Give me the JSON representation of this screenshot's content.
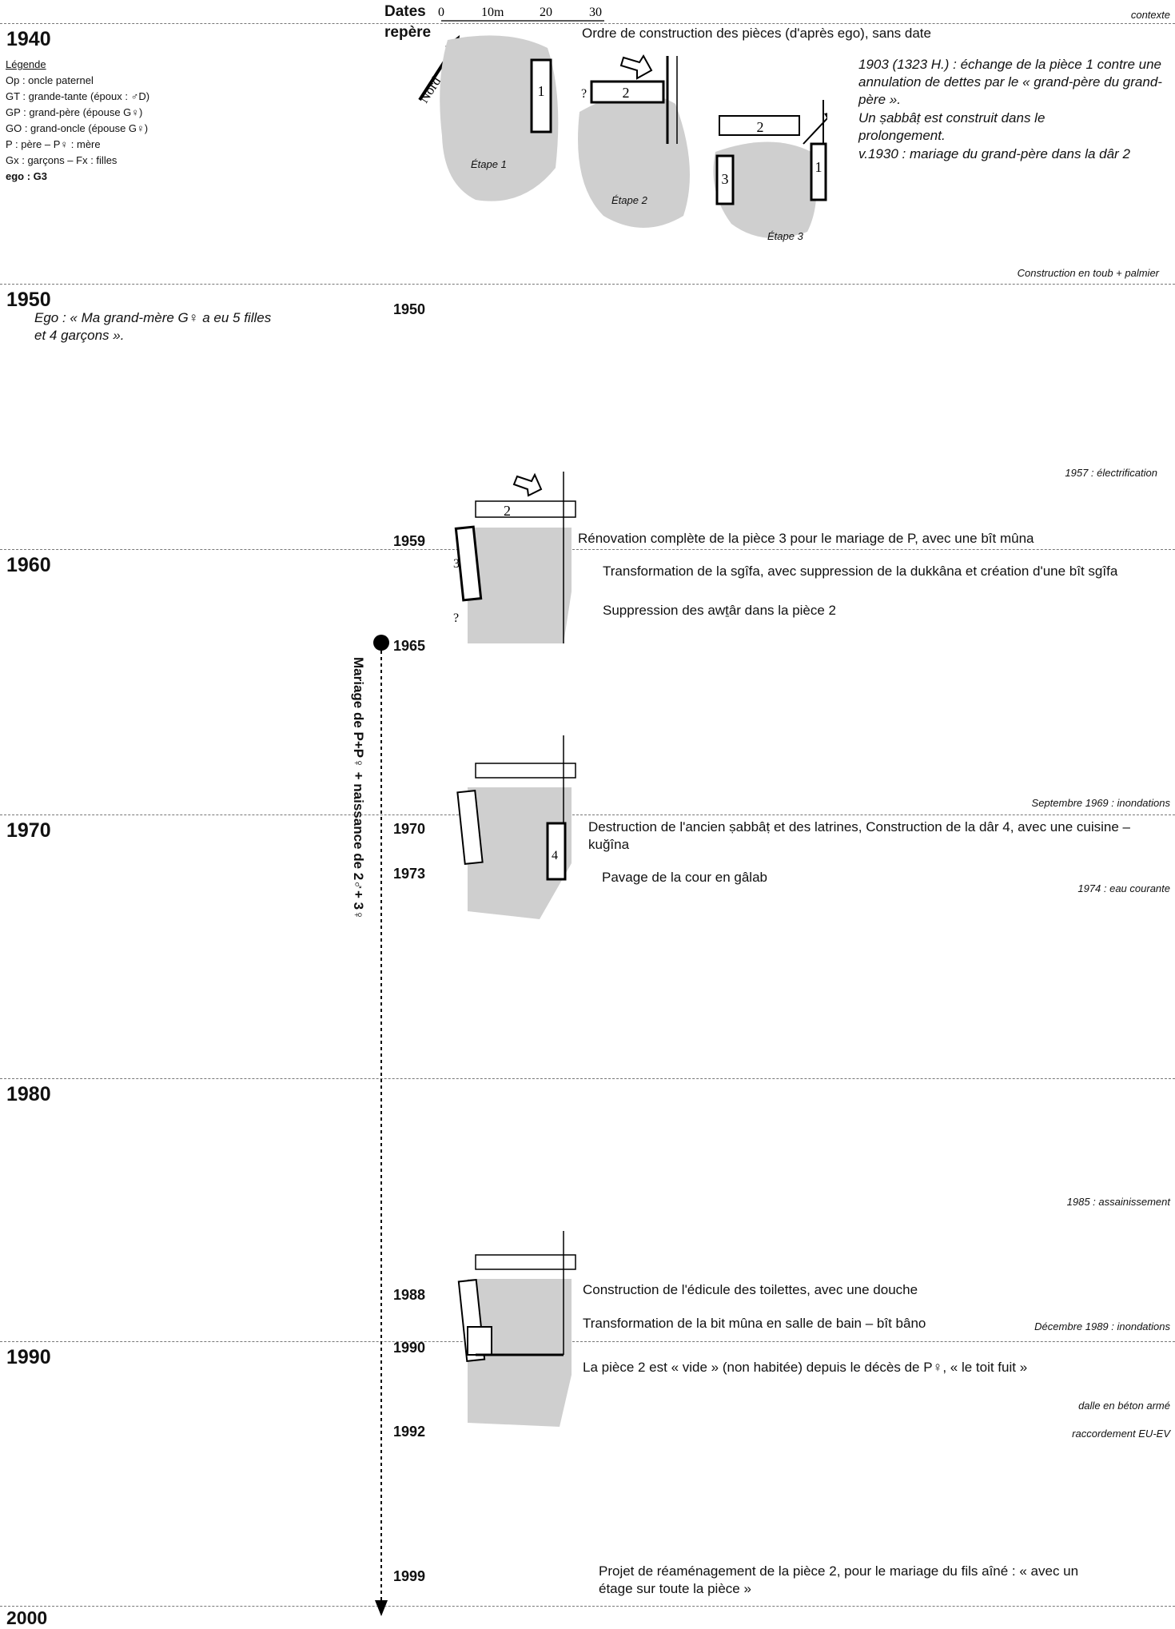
{
  "header": {
    "dates_label": "Dates",
    "repere_label": "repère",
    "scale": [
      "0",
      "10m",
      "20",
      "30"
    ],
    "context_label": "contexte",
    "north_label": "Nord"
  },
  "decades": [
    "1940",
    "1950",
    "1960",
    "1970",
    "1980",
    "1990",
    "2000"
  ],
  "legend": {
    "title": "Légende",
    "items": [
      "Op : oncle paternel",
      "GT : grande-tante (époux : ♂D)",
      "GP : grand-père (épouse G♀)",
      "GO : grand-oncle (épouse G♀)",
      "P : père – P♀ : mère",
      "Gx : garçons – Fx : filles"
    ],
    "ego": "ego : G3"
  },
  "ego_quote": "Ego : « Ma grand-mère G♀ a eu 5 filles et 4 garçons ».",
  "repere_dates": [
    "1950",
    "1959",
    "1965",
    "1970",
    "1973",
    "1988",
    "1990",
    "1992",
    "1999"
  ],
  "marriage_label": "Mariage de P+P♀ + naissance de 2♂+ 3♀",
  "stages": [
    "Étape 1",
    "Étape 2",
    "Étape 3"
  ],
  "plan_numbers": [
    "1",
    "2",
    "3",
    "4",
    "?"
  ],
  "events": {
    "order": "Ordre de construction des pièces (d'après ego), sans date",
    "e1903": "1903 (1323 H.) : échange de la pièce 1 contre une annulation de dettes par le « grand-père du grand-père ».",
    "sabbat": "Un ṣabbâṭ est construit dans le prolongement.",
    "v1930": "v.1930 : mariage du grand-père dans la dâr 2",
    "e1959": "Rénovation complète de la pièce 3 pour le mariage de P, avec une bît mûna",
    "sgifa": "Transformation de la sgîfa, avec suppression de la dukkâna et création d'une bît sgîfa",
    "awtar": "Suppression des awṯâr dans la pièce 2",
    "e1970": "Destruction de l'ancien ṣabbâṭ et des latrines, Construction de la dâr 4, avec une cuisine – kuğîna",
    "e1973": "Pavage de la cour en gâlab",
    "e1988": "Construction de l'édicule des toilettes, avec une douche",
    "bain": "Transformation de la bit mûna en salle de bain – bît bâno",
    "e1990": "La pièce 2 est « vide » (non habitée) depuis le décès de P♀, « le toit fuit »",
    "e1999": "Projet de réaménagement de la pièce 2, pour le mariage du fils aîné : « avec un étage sur toute la pièce »"
  },
  "context": {
    "toub": "Construction en toub + palmier",
    "c1957": "1957 : électrification",
    "c1969": "Septembre 1969 : inondations",
    "c1974": "1974 : eau courante",
    "c1985": "1985 : assainissement",
    "c1989": "Décembre 1989 : inondations",
    "dalle": "dalle en béton armé",
    "eu": "raccordement EU-EV"
  }
}
